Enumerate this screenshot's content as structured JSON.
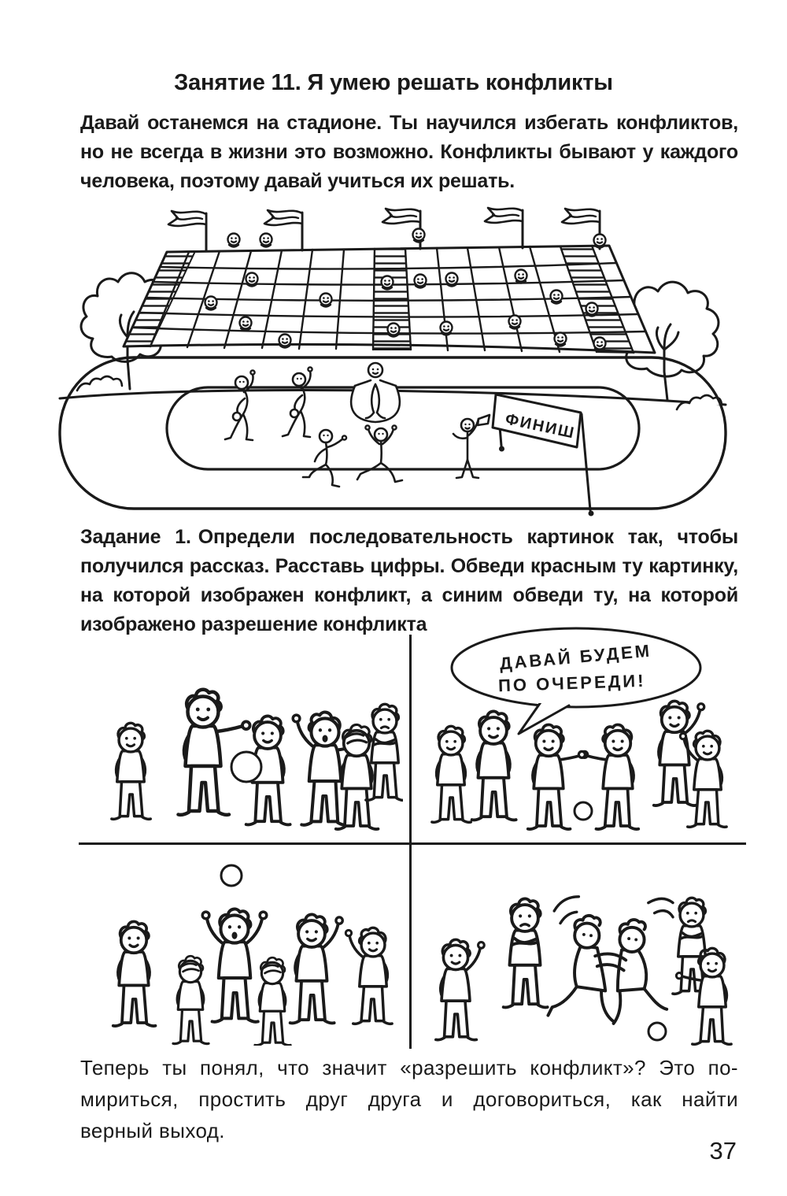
{
  "page": {
    "paper": "#ffffff",
    "ink": "#1a1a1a",
    "number": "37"
  },
  "title": "Занятие 11. Я умею решать конфликты",
  "intro": {
    "lines": [
      "Давай останемся на стадионе. Ты научился избегать конфликтов,",
      "но не всегда в жизни это возможно. Конфликты бывают у каждого",
      "человека, поэтому давай учиться их решать."
    ]
  },
  "stadium": {
    "finish_banner": "ФИНИШ"
  },
  "task": {
    "label": "Задание 1.",
    "lines": [
      "Определи последовательность картинок так, чтобы",
      "получился рассказ. Расставь цифры. Обведи красным ту картинку,",
      "на которой изображен конфликт, а синим обведи ту, на которой",
      "изображено разрешение конфликта"
    ]
  },
  "speech_bubble": {
    "line1": "ДАВАЙ БУДЕМ",
    "line2": "ПО ОЧЕРЕДИ!"
  },
  "outro": {
    "lines": [
      "Теперь ты понял, что значит «разрешить конфликт»? Это по-",
      "мириться, простить друг друга и договориться, как найти",
      "верный выход."
    ]
  }
}
